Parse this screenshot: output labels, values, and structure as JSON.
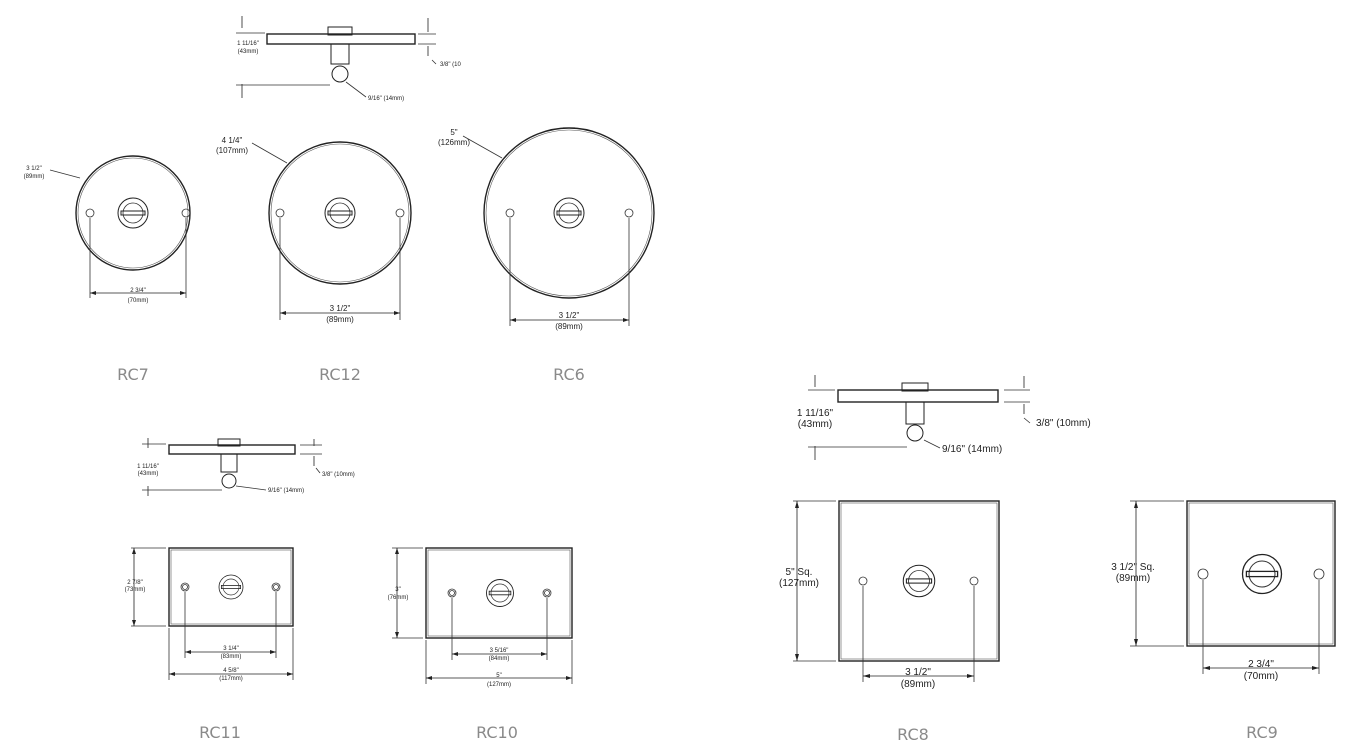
{
  "models": {
    "rc7": "RC7",
    "rc12": "RC12",
    "rc6": "RC6",
    "rc11": "RC11",
    "rc10": "RC10",
    "rc8": "RC8",
    "rc9": "RC9"
  },
  "side_views": {
    "top": {
      "height_in": "1 11/16\"",
      "height_mm": "(43mm)",
      "plate": "3/8\" (10",
      "eye": "9/16\" (14mm)"
    },
    "rect": {
      "height_in": "1 11/16\"",
      "height_mm": "(43mm)",
      "plate": "3/8\" (10mm)",
      "eye": "9/16\" (14mm)"
    },
    "square": {
      "height_in": "1 11/16\"",
      "height_mm": "(43mm)",
      "plate": "3/8\" (10mm)",
      "eye": "9/16\" (14mm)"
    }
  },
  "rc7": {
    "diam_in": "3 1/2\"",
    "diam_mm": "(89mm)",
    "holes_in": "2 3/4\"",
    "holes_mm": "(70mm)"
  },
  "rc12": {
    "diam_in": "4 1/4\"",
    "diam_mm": "(107mm)",
    "holes_in": "3 1/2\"",
    "holes_mm": "(89mm)"
  },
  "rc6": {
    "diam_in": "5\"",
    "diam_mm": "(126mm)",
    "holes_in": "3 1/2\"",
    "holes_mm": "(89mm)"
  },
  "rc11": {
    "height_in": "2 7/8\"",
    "height_mm": "(73mm)",
    "holes_in": "3 1/4\"",
    "holes_mm": "(83mm)",
    "width_in": "4 5/8\"",
    "width_mm": "(117mm)"
  },
  "rc10": {
    "height_in": "3\"",
    "height_mm": "(76mm)",
    "holes_in": "3 5/16\"",
    "holes_mm": "(84mm)",
    "width_in": "5\"",
    "width_mm": "(127mm)"
  },
  "rc8": {
    "size_in": "5\" Sq.",
    "size_mm": "(127mm)",
    "holes_in": "3 1/2\"",
    "holes_mm": "(89mm)"
  },
  "rc9": {
    "size_in": "3 1/2\" Sq.",
    "size_mm": "(89mm)",
    "holes_in": "2 3/4\"",
    "holes_mm": "(70mm)"
  }
}
